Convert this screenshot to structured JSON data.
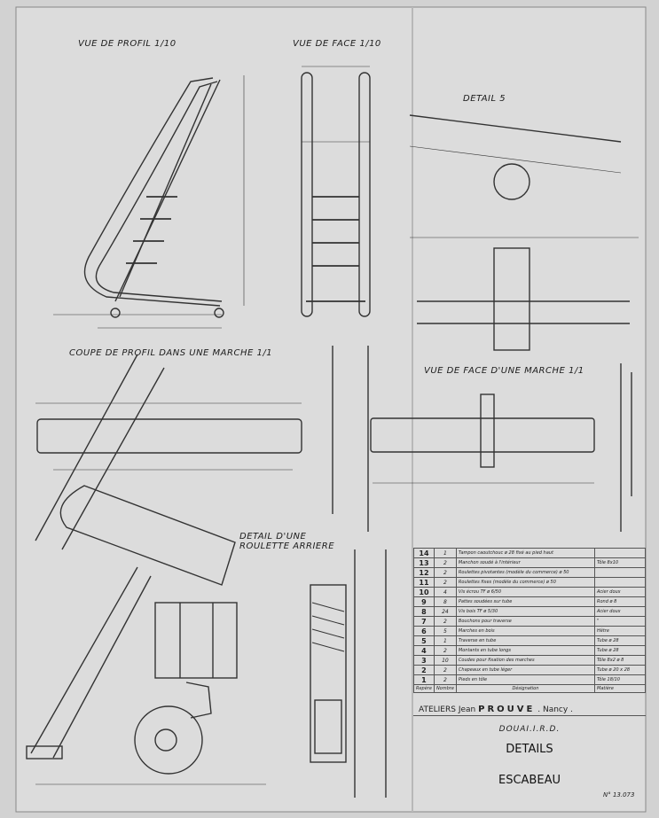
{
  "views": {
    "profile": "VUE DE PROFIL 1/10",
    "face": "VUE DE FACE 1/10",
    "detail5": "DETAIL 5",
    "coupe": "COUPE DE PROFIL DANS UNE MARCHE 1/1",
    "face_marche": "VUE DE FACE D'UNE MARCHE 1/1",
    "roulette": "DETAIL D'UNE ROULETTE ARRIERE"
  },
  "parts": [
    {
      "rep": "14",
      "qty": "1",
      "designation": "Tampon caoutchouc ø 28 fixé au pied haut",
      "matiere": ""
    },
    {
      "rep": "13",
      "qty": "2",
      "designation": "Manchon soudé à l'intérieur",
      "matiere": "Tôle 8x10"
    },
    {
      "rep": "12",
      "qty": "2",
      "designation": "Roulettes pivotantes (modèle du commerce) ø 50",
      "matiere": ""
    },
    {
      "rep": "11",
      "qty": "2",
      "designation": "Roulettes fixes (modèle du commerce) ø 50",
      "matiere": ""
    },
    {
      "rep": "10",
      "qty": "4",
      "designation": "Vis écrou TF ø 6/50",
      "matiere": "Acier doux"
    },
    {
      "rep": "9",
      "qty": "8",
      "designation": "Pattes soudées sur tube",
      "matiere": "Rond ø 8"
    },
    {
      "rep": "8",
      "qty": "24",
      "designation": "Vis bois TF ø 5/30",
      "matiere": "Acier doux"
    },
    {
      "rep": "7",
      "qty": "2",
      "designation": "Bouchons pour traverse",
      "matiere": "\""
    },
    {
      "rep": "6",
      "qty": "5",
      "designation": "Marches en bois",
      "matiere": "Hêtre"
    },
    {
      "rep": "5",
      "qty": "1",
      "designation": "Traverse en tube",
      "matiere": "Tube ø 28"
    },
    {
      "rep": "4",
      "qty": "2",
      "designation": "Montants en tube longs",
      "matiere": "Tube ø 28"
    },
    {
      "rep": "3",
      "qty": "10",
      "designation": "Coudes pour fixation des marches",
      "matiere": "Tôle 8x2 ø 8"
    },
    {
      "rep": "2",
      "qty": "2",
      "designation": "Chapeaux en tube léger",
      "matiere": "Tube ø 20 x 28"
    },
    {
      "rep": "1",
      "qty": "2",
      "designation": "Pieds en tôle",
      "matiere": "Tôle 18/10"
    }
  ],
  "table_footer": {
    "rep": "Repère",
    "qty": "Nombre",
    "designation": "Désignation",
    "matiere": "Matière"
  },
  "title_block": {
    "atelier_prefix": "ATELIERS Jean",
    "atelier_name": "PROUVE",
    "atelier_city": ". Nancy .",
    "project": "DOUAI.I.R.D.",
    "title": "DETAILS",
    "subtitle": "ESCABEAU",
    "number": "N° 13.073"
  }
}
